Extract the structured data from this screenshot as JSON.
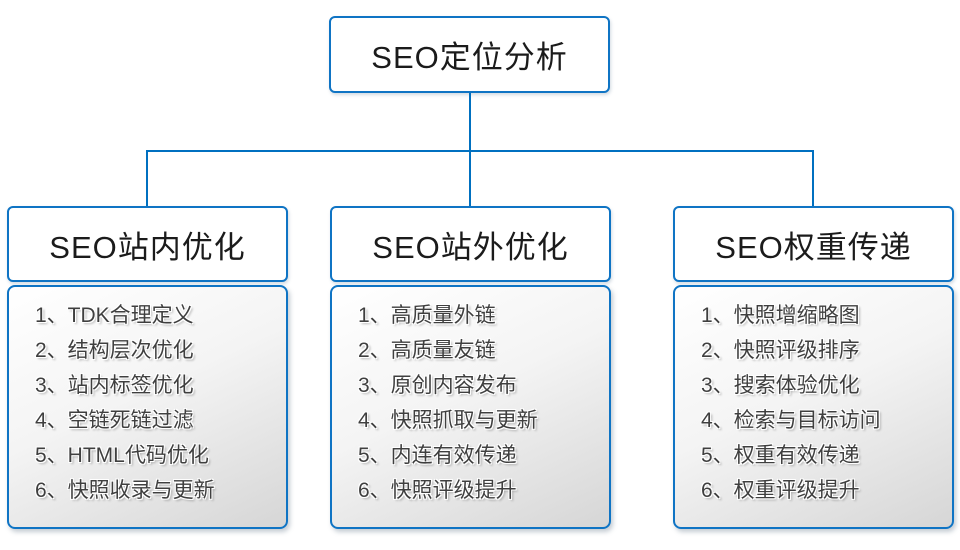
{
  "diagram": {
    "root": {
      "title": "SEO定位分析"
    },
    "columns": [
      {
        "title": "SEO站内优化",
        "items": [
          "1、TDK合理定义",
          "2、结构层次优化",
          "3、站内标签优化",
          "4、空链死链过滤",
          "5、HTML代码优化",
          "6、快照收录与更新"
        ]
      },
      {
        "title": "SEO站外优化",
        "items": [
          "1、高质量外链",
          "2、高质量友链",
          "3、原创内容发布",
          "4、快照抓取与更新",
          "5、内连有效传递",
          "6、快照评级提升"
        ]
      },
      {
        "title": "SEO权重传递",
        "items": [
          "1、快照增缩略图",
          "2、快照评级排序",
          "3、搜索体验优化",
          "4、检索与目标访问",
          "5、权重有效传递",
          "6、权重评级提升"
        ]
      }
    ],
    "colors": {
      "accent_blue": "#0f74c4",
      "connector_blue": "#0070c0",
      "header_text": "#1b1b1b",
      "list_text": "#3f3f3f",
      "list_bg_top": "#ffffff",
      "list_bg_bottom": "#d6d6d6"
    }
  }
}
